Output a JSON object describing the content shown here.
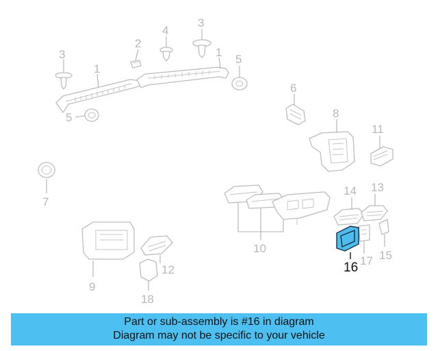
{
  "diagram": {
    "highlight_color": "#4dbdf0",
    "labels": {
      "l1a": "1",
      "l1b": "1",
      "l2": "2",
      "l3a": "3",
      "l3b": "3",
      "l4": "4",
      "l5a": "5",
      "l5b": "5",
      "l6": "6",
      "l7": "7",
      "l8": "8",
      "l9": "9",
      "l10": "10",
      "l11": "11",
      "l12": "12",
      "l13": "13",
      "l14": "14",
      "l15": "15",
      "l16": "16",
      "l17": "17",
      "l18": "18"
    }
  },
  "banner": {
    "color": "#4dc0f1",
    "line1": "Part or sub-assembly is #16 in diagram",
    "line2": "Diagram may not be specific to your vehicle"
  }
}
